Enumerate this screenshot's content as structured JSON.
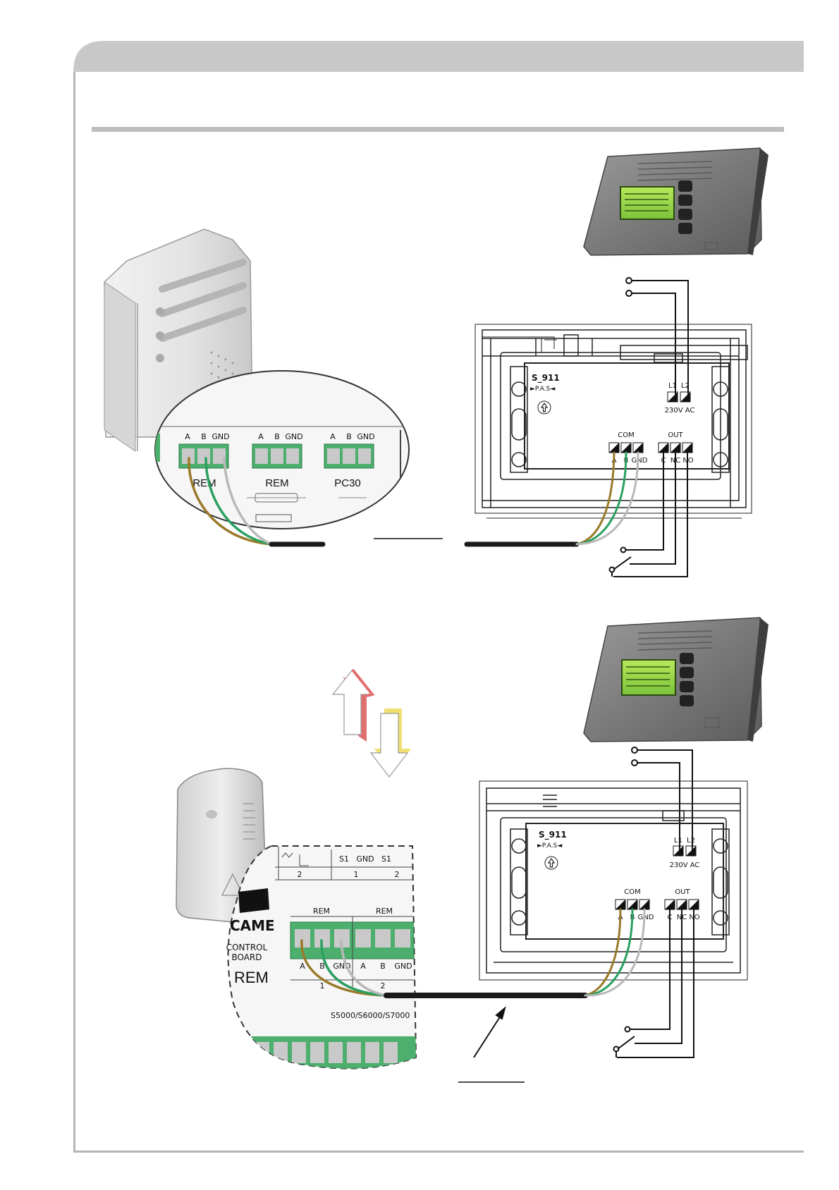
{
  "diagram1": {
    "terminal_block_1": {
      "pins": [
        "A",
        "B",
        "GND"
      ],
      "label": "REM"
    },
    "terminal_block_2": {
      "pins": [
        "A",
        "B",
        "GND"
      ],
      "label": "REM"
    },
    "terminal_block_3": {
      "pins": [
        "A",
        "B",
        "GND"
      ],
      "label": "PC30"
    },
    "module": {
      "name": "S_911",
      "sub": "►P.A.S◄",
      "power_terminals": [
        "L1",
        "L2"
      ],
      "power_label": "230V AC",
      "com_label": "COM",
      "com_pins": [
        "A",
        "B",
        "GND"
      ],
      "out_label": "OUT",
      "out_pins": [
        "C",
        "NC",
        "NO"
      ]
    }
  },
  "diagram2": {
    "top_terminals": {
      "s1": "S1",
      "gnd": "GND",
      "s1b": "S1",
      "n2a": "2",
      "n1": "1",
      "n2b": "2"
    },
    "rem_label_1": "REM",
    "rem_label_2": "REM",
    "pins": [
      "A",
      "B",
      "GND",
      "A",
      "B",
      "GND"
    ],
    "group_1": "1",
    "group_2": "2",
    "brand": "CAME",
    "board_line1": "CONTROL",
    "board_line2": "BOARD",
    "board_model": "REM",
    "board_series": "S5000/S6000/S7000",
    "module": {
      "name": "S_911",
      "sub": "►P.A.S◄",
      "power_terminals": [
        "L1",
        "L2"
      ],
      "power_label": "230V AC",
      "com_label": "COM",
      "com_pins": [
        "A",
        "B",
        "GND"
      ],
      "out_label": "OUT",
      "out_pins": [
        "C",
        "NC",
        "NO"
      ]
    }
  },
  "colors": {
    "header_band": "#c8c8c8",
    "terminal_green": "#4caf6d",
    "wire_brown": "#9a7a2a",
    "wire_green": "#2aa060",
    "wire_gray": "#b8b8b8",
    "cable_black": "#1a1a1a",
    "arrow_red": "#e07070",
    "arrow_yellow": "#f0e070"
  }
}
